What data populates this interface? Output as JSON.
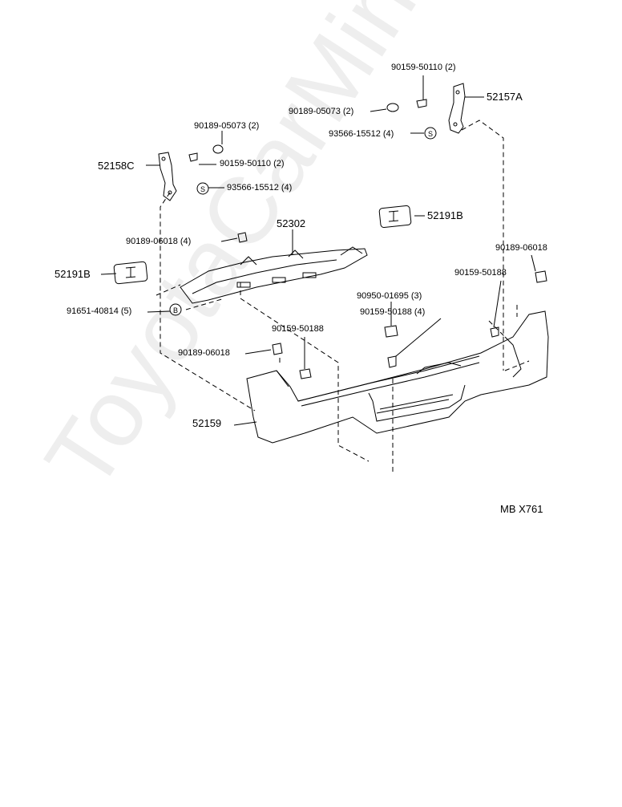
{
  "watermark": "ToyotaCarMine.ru",
  "diagram_id": "MB X761",
  "labels": {
    "p52157A": "52157A",
    "p52158C": "52158C",
    "p52302": "52302",
    "p52191B_right": "52191B",
    "p52191B_left": "52191B",
    "p52159": "52159",
    "s90159_50110_top": "90159-50110 (2)",
    "s90189_05073_top": "90189-05073 (2)",
    "s93566_15512_top": "93566-15512 (4)",
    "s90189_05073_left": "90189-05073 (2)",
    "s90159_50110_left": "90159-50110 (2)",
    "s93566_15512_left": "93566-15512 (4)",
    "s90189_06018_4": "90189-06018 (4)",
    "s91651_40814": "91651-40814 (5)",
    "s90950_01695": "90950-01695 (3)",
    "s90159_50188_4": "90159-50188 (4)",
    "s90159_50188_mid": "90159-50188",
    "s90189_06018_left": "90189-06018",
    "s90189_06018_right": "90189-06018",
    "s90159_50188_right": "90159-50188"
  },
  "symbols": {
    "washer": "S",
    "bolt": "B"
  }
}
